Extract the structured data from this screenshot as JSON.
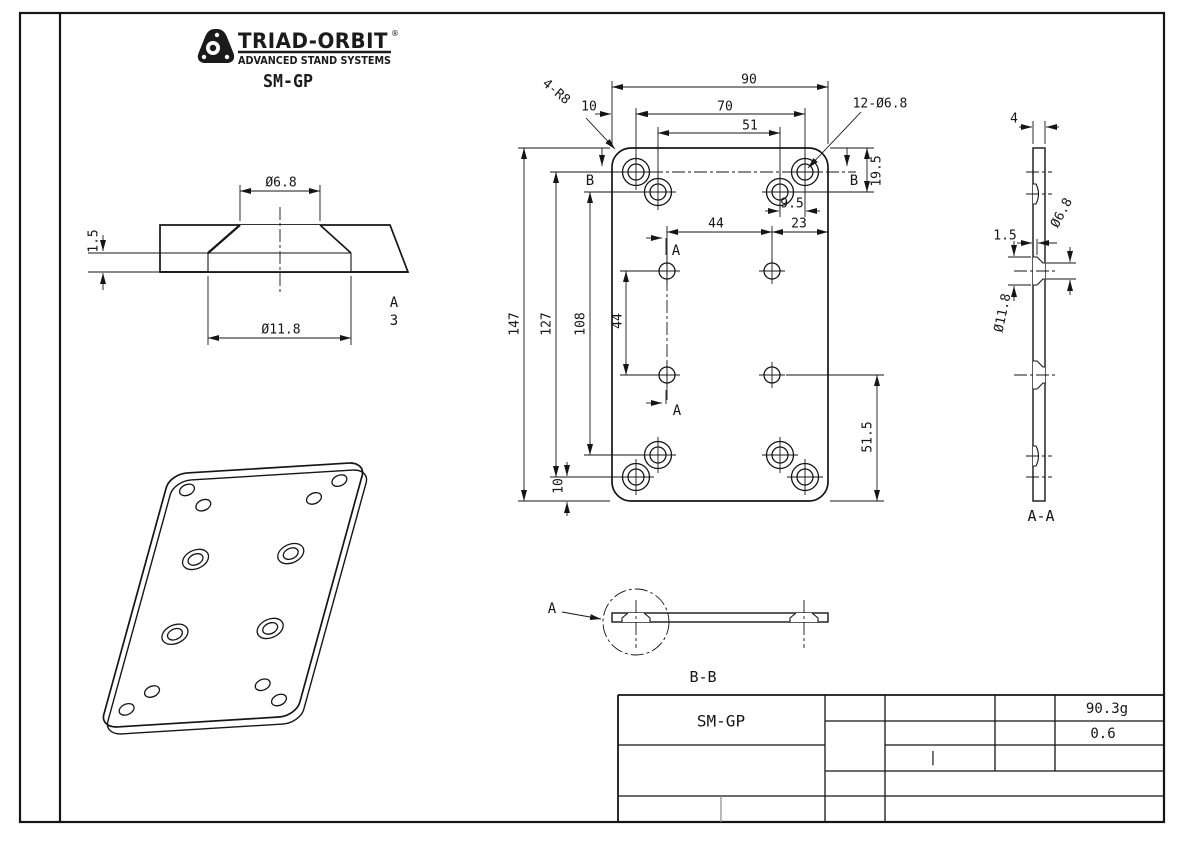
{
  "logo": {
    "brand": "TRIAD-ORBIT",
    "registered_mark": "®",
    "tagline": "ADVANCED STAND SYSTEMS",
    "part_number": "SM-GP"
  },
  "detail_a": {
    "hole_diameter": "Ø6.8",
    "counterbore_diameter": "Ø11.8",
    "counterbore_depth": "1.5",
    "view_label": "A",
    "view_scale": "3"
  },
  "front_view": {
    "overall_width": "90",
    "corner_hole_edge_offset": "10",
    "outer_hole_span": "70",
    "inner_hole_span": "51",
    "corner_radius_callout": "4-R8",
    "hole_callout": "12-Ø6.8",
    "inner_hole_top_offset": "19.5",
    "inner_hole_side_offset": "9.5",
    "mid_hole_edge_offset": "23",
    "mid_hole_span_h": "44",
    "mid_hole_span_v": "44",
    "overall_height": "147",
    "outer_hole_span_v": "127",
    "inner_hole_span_v": "108",
    "bottom_hole_offset": "10",
    "mid_hole_bottom_offset": "51.5",
    "section_marker_b": "B",
    "section_marker_a": "A"
  },
  "section_aa": {
    "label": "A-A",
    "thickness": "4",
    "counterbore_depth": "1.5",
    "hole_diameter": "Ø6.8",
    "counterbore_diameter": "Ø11.8"
  },
  "section_bb": {
    "label": "B-B",
    "detail_marker": "A"
  },
  "title_block": {
    "part_number": "SM-GP",
    "weight": "90.3g",
    "scale": "0.6",
    "revision_mark": "|"
  }
}
